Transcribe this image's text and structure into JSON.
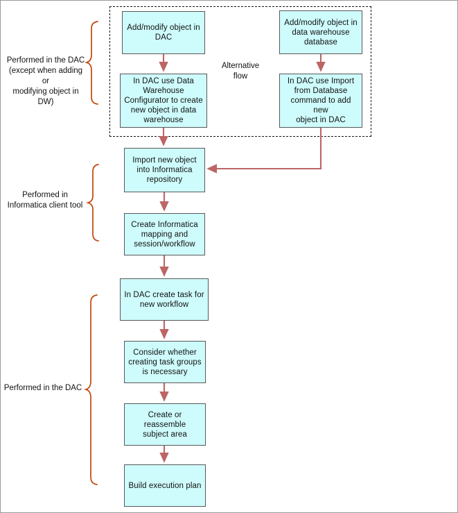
{
  "diagram": {
    "title": "DAC / Informatica object addition workflow",
    "colors": {
      "node_fill": "#cefbfb",
      "node_border": "#585858",
      "arrow": "#bc6565",
      "brace": "#c1450a",
      "dashed_border": "#111111",
      "text": "#111111",
      "page_border": "#9a9a9a"
    },
    "alternative_flow_label": "Alternative\nflow",
    "nodes": [
      {
        "id": "add-modify-dac",
        "text": "Add/modify object  in\nDAC"
      },
      {
        "id": "dw-configurator",
        "text": "In DAC use Data\nWarehouse\nConfigurator to create\nnew object in data\nwarehouse"
      },
      {
        "id": "add-modify-dw-db",
        "text": "Add/modify object in\ndata warehouse\ndatabase"
      },
      {
        "id": "import-from-database",
        "text": "In DAC use Import\nfrom Database\ncommand to add new\nobject in DAC"
      },
      {
        "id": "import-new-object",
        "text": "Import new object\ninto Informatica\nrepository"
      },
      {
        "id": "create-mapping",
        "text": "Create Informatica\nmapping and\nsession/workflow"
      },
      {
        "id": "create-task",
        "text": "In DAC create task for\nnew workflow"
      },
      {
        "id": "task-groups",
        "text": "Consider whether\ncreating task groups\nis necessary"
      },
      {
        "id": "subject-area",
        "text": "Create or reassemble\nsubject area"
      },
      {
        "id": "execution-plan",
        "text": "Build execution plan"
      }
    ],
    "group_labels": [
      {
        "id": "group-dac-top",
        "text": "Performed in the DAC\n(except when adding or\nmodifying object in DW)"
      },
      {
        "id": "group-informatica",
        "text": "Performed in\nInformatica client tool"
      },
      {
        "id": "group-dac-bottom",
        "text": "Performed in the DAC"
      }
    ]
  }
}
